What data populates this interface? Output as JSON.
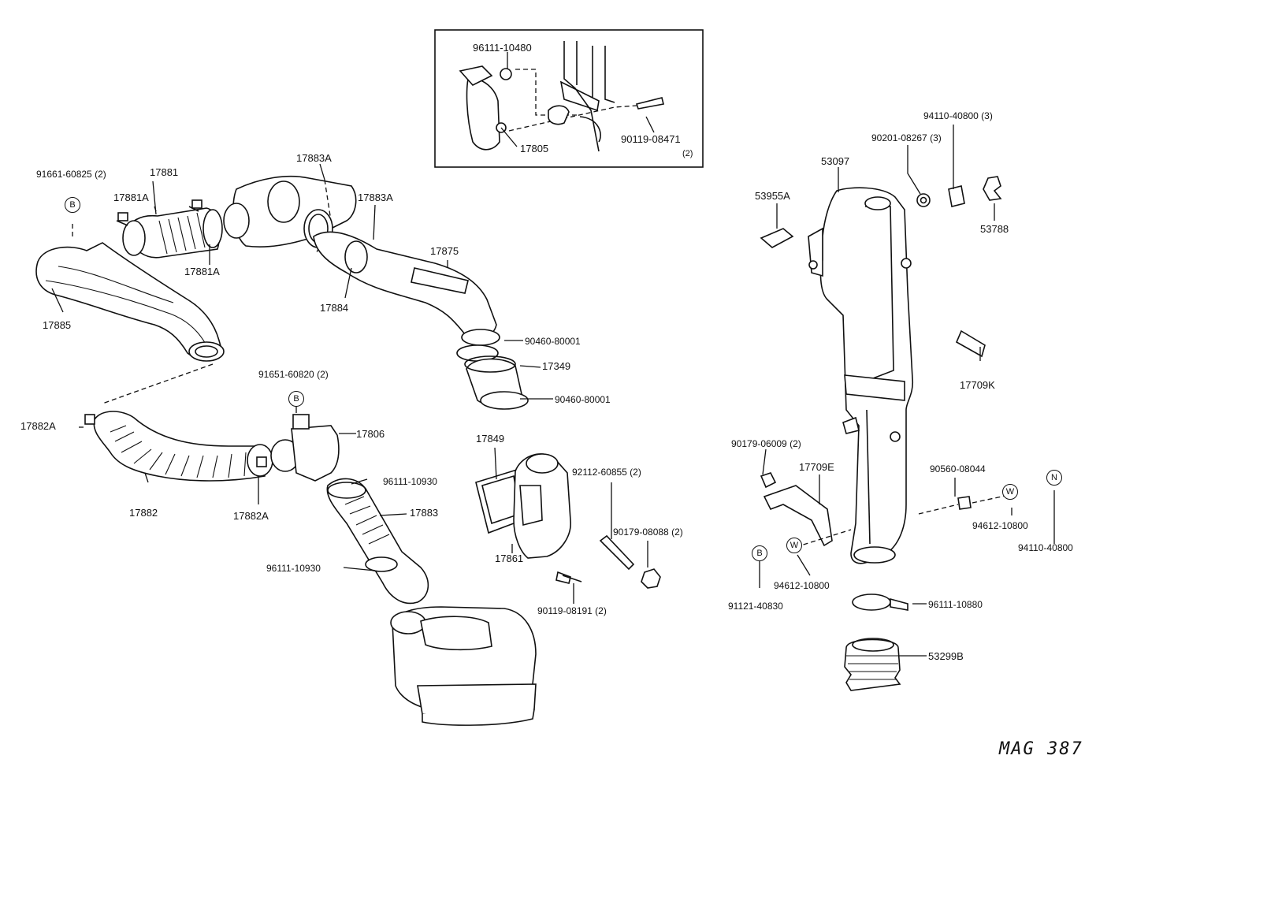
{
  "labels": {
    "p96111_10480": "96111-10480",
    "p17805": "17805",
    "p90119_08471": "90119-08471",
    "p90119_08471_qty": "(2)",
    "p94110_40800_top": "94110-40800 (3)",
    "p90201_08267": "90201-08267 (3)",
    "p53097": "53097",
    "p53955A": "53955A",
    "p53788": "53788",
    "p91661_60825": "91661-60825 (2)",
    "p17881": "17881",
    "p17881A_top": "17881A",
    "p17881A_bot": "17881A",
    "p17883A_top": "17883A",
    "p17883A_right": "17883A",
    "p17875": "17875",
    "p17884": "17884",
    "p17885": "17885",
    "p90460_80001_a": "90460-80001",
    "p17349": "17349",
    "p90460_80001_b": "90460-80001",
    "p17709K": "17709K",
    "p91651_60820": "91651-60820 (2)",
    "p17882A_left": "17882A",
    "p17806": "17806",
    "p17849": "17849",
    "p92112_60855": "92112-60855 (2)",
    "p90179_06009": "90179-06009 (2)",
    "p17709E": "17709E",
    "p90560_08044": "90560-08044",
    "p96111_10930_a": "96111-10930",
    "p17883": "17883",
    "p17882": "17882",
    "p17882A_bot": "17882A",
    "p90179_08088": "90179-08088 (2)",
    "p94612_10800_r": "94612-10800",
    "p94110_40800_r": "94110-40800",
    "p96111_10930_b": "96111-10930",
    "p17861": "17861",
    "p90119_08191": "90119-08191 (2)",
    "p94612_10800_l": "94612-10800",
    "p91121_40830": "91121-40830",
    "p96111_10880": "96111-10880",
    "p53299B": "53299B"
  },
  "markers": {
    "b1": "B",
    "b2": "B",
    "b3": "B",
    "w1": "W",
    "w2": "W",
    "n1": "N"
  },
  "reference": "MAG 387"
}
